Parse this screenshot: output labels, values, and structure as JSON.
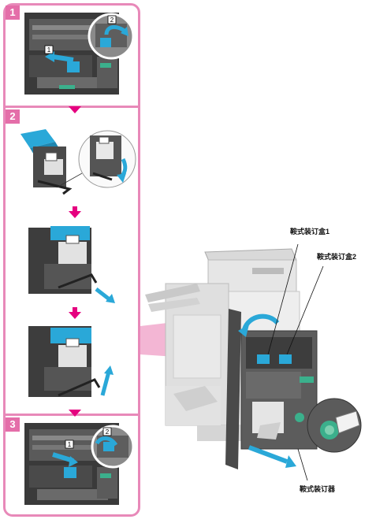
{
  "steps": [
    {
      "number": "1",
      "callouts": [
        "1",
        "2"
      ]
    },
    {
      "number": "2"
    },
    {
      "number": "3",
      "callouts": [
        "1",
        "2"
      ]
    }
  ],
  "labels": {
    "cartridge1": "鞍式装订盒1",
    "cartridge2": "鞍式装订盒2",
    "stapler": "鞍式装订器"
  },
  "colors": {
    "frame": "#e889b9",
    "step_badge": "#e46ea9",
    "arrow": "#e5007f",
    "accent_blue": "#2aa8d8",
    "accent_green": "#3bb08c"
  }
}
